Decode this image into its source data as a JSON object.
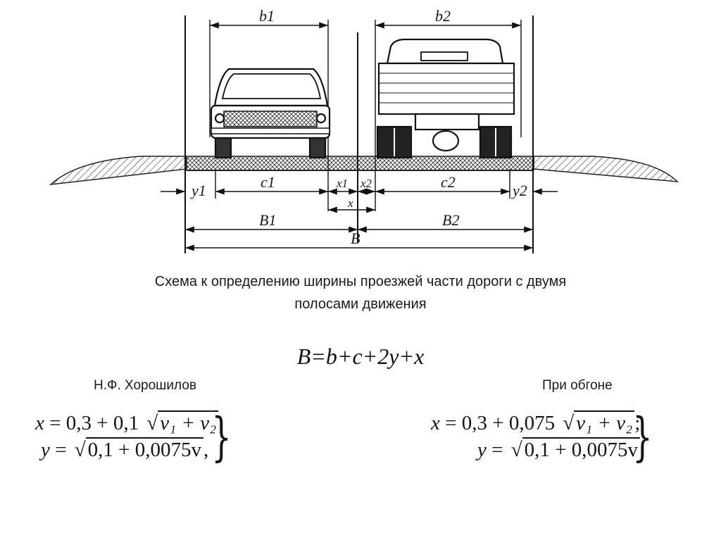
{
  "diagram": {
    "labels": {
      "b1": "b1",
      "b2": "b2",
      "y1": "y1",
      "y2": "y2",
      "c1": "c1",
      "c2": "c2",
      "x1": "x1",
      "x2": "x2",
      "x": "x",
      "B1": "B1",
      "B2": "B2",
      "B": "B"
    }
  },
  "caption": {
    "line1": "Схема к определению ширины проезжей части дороги с двумя",
    "line2": "полосами движения"
  },
  "main_formula": "B=b+c+2y+x",
  "left_block": {
    "author": "Н.Ф. Хорошилов",
    "x_lhs": "x",
    "x_rhs": "= 0,3 + 0,1",
    "x_rad": "v₁ + v₂",
    "x_end": ";",
    "y_lhs": "y",
    "y_rhs": "=",
    "y_rad": "0,1 + 0,0075v",
    "y_end": ","
  },
  "right_block": {
    "title": "При обгоне",
    "x_lhs": "x",
    "x_rhs": "= 0,3 + 0,075",
    "x_rad": "v₁ + v₂",
    "x_end": ";",
    "y_lhs": "y",
    "y_rhs": "=",
    "y_rad": "0,1 + 0,0075v",
    "y_end": "."
  }
}
